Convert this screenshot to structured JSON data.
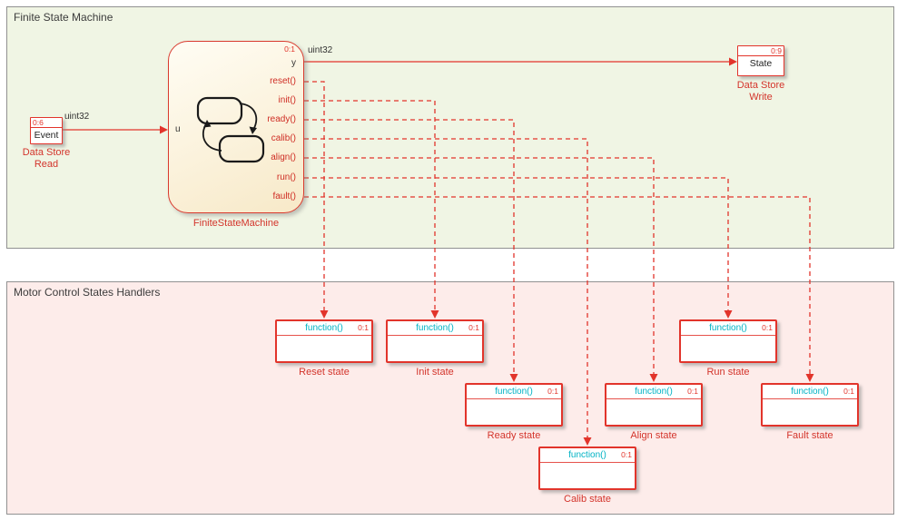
{
  "appearance": {
    "wire_red": "#e2342b",
    "function_cyan": "#00b2c4",
    "fsm_area_bg": "#f0f5e4",
    "handlers_area_bg": "#fdecea",
    "fsm_block_bg": "#fbf2dc"
  },
  "fsm_area": {
    "title": "Finite State Machine",
    "event_block": {
      "sample_time": "0:6",
      "name": "Event",
      "caption_line1": "Data Store",
      "caption_line2": "Read",
      "signal": "uint32"
    },
    "fsm_block": {
      "sample_time": "0:1",
      "input_port": "u",
      "output_port": "y",
      "output_signal": "uint32",
      "call_ports": [
        "reset()",
        "init()",
        "ready()",
        "calib()",
        "align()",
        "run()",
        "fault()"
      ],
      "caption": "FiniteStateMachine"
    },
    "state_block": {
      "sample_time": "0:9",
      "name": "State",
      "caption_line1": "Data Store",
      "caption_line2": "Write"
    }
  },
  "handlers_area": {
    "title": "Motor Control States Handlers",
    "blocks": [
      {
        "label": "function()",
        "sample_time": "0:1",
        "caption": "Reset state"
      },
      {
        "label": "function()",
        "sample_time": "0:1",
        "caption": "Init state"
      },
      {
        "label": "function()",
        "sample_time": "0:1",
        "caption": "Ready state"
      },
      {
        "label": "function()",
        "sample_time": "0:1",
        "caption": "Calib state"
      },
      {
        "label": "function()",
        "sample_time": "0:1",
        "caption": "Align state"
      },
      {
        "label": "function()",
        "sample_time": "0:1",
        "caption": "Run state"
      },
      {
        "label": "function()",
        "sample_time": "0:1",
        "caption": "Fault state"
      }
    ]
  }
}
